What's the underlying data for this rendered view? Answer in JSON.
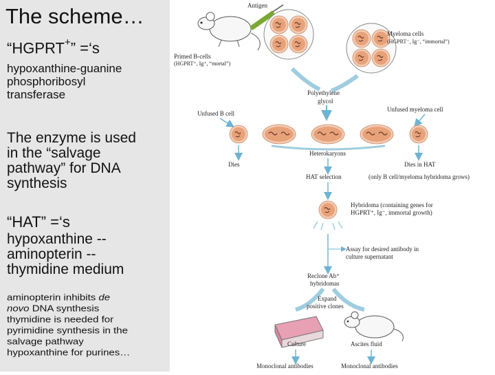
{
  "slide": {
    "title": "The scheme…",
    "hgprt_open": "“HGPRT",
    "hgprt_sup": "+",
    "hgprt_close": "” =‘s",
    "hgprt_def": [
      "hypoxanthine-guanine",
      "phosphoribosyl",
      "transferase"
    ],
    "enzyme_text": [
      "The enzyme is used",
      "in the “salvage",
      "pathway” for DNA",
      "synthesis"
    ],
    "hat_head": "“HAT” =‘s",
    "hat_def": [
      "hypoxanthine  --",
      "aminopterin  --",
      "thymidine medium"
    ],
    "notes": {
      "line1_pre": "aminopterin inhibits ",
      "line1_em": "de",
      "line2_em": "novo",
      "line2_post": " DNA synthesis",
      "line3": "thymidine is needed for",
      "line4": "pyrimidine synthesis in the",
      "line5": "salvage pathway",
      "line6": "hypoxanthine for purines…"
    }
  },
  "diagram": {
    "antigen": "Antigen",
    "primed_b": [
      "Primed B-cells",
      "(HGPRT⁺, Ig⁺, “mortal”)"
    ],
    "myeloma": [
      "Myeloma cells",
      "(HGPRT⁻, Ig⁻, “immortal”)"
    ],
    "peg": [
      "Polyethylene",
      "glycol"
    ],
    "unfused_b": "Unfused B cell",
    "unfused_myeloma": "Unfused myeloma cell",
    "heterokaryons": "Heterokaryons",
    "dies": "Dies",
    "dies_hat": "Dies in HAT",
    "hat_selection": "HAT selection",
    "only_b": "(only B cell/myeloma hybridoma grows)",
    "hybridoma": [
      "Hybridoma (containing genes for",
      "HGPRT⁺, Ig⁻, immortal growth)"
    ],
    "assay": [
      "Assay for desired antibody in",
      "culture supernatant"
    ],
    "reclone": [
      "Reclone Ab⁺",
      "hybridomas"
    ],
    "expand": [
      "Expand",
      "positive clones"
    ],
    "culture": "Culture",
    "ascites": "Ascites fluid",
    "mab_left": "Monoclonal antibodies",
    "mab_right": "Monoclonal antibodies"
  },
  "colors": {
    "left_bg": "#e6e6e6",
    "cell_fill": "#e8a27a",
    "cell_ring": "#f3cdb4",
    "nucleus": "#6a3a2a",
    "arrow": "#9fcde0",
    "syringe": "#7aa832",
    "dish": "#e8a0b4"
  }
}
